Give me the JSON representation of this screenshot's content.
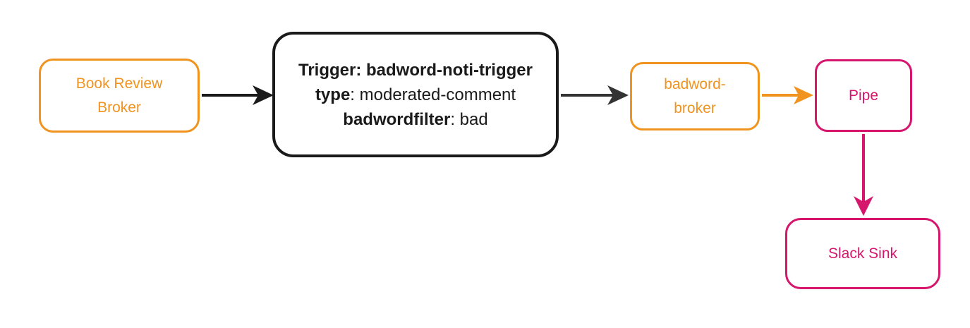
{
  "diagram": {
    "type": "flowchart",
    "nodes": {
      "book_review_broker": {
        "line1": "Book Review",
        "line2": "Broker",
        "color": "#F0931F"
      },
      "trigger": {
        "line1": "Trigger: badword-noti-trigger",
        "line2_bold": "type",
        "line2_rest": ": moderated-comment",
        "line3_bold": "badwordfilter",
        "line3_rest": ": bad",
        "color": "#1A1A1A"
      },
      "badword_broker": {
        "line1": "badword-",
        "line2": "broker",
        "color": "#F0931F"
      },
      "pipe": {
        "label": "Pipe",
        "color": "#D6156C"
      },
      "slack_sink": {
        "label": "Slack Sink",
        "color": "#D6156C"
      }
    },
    "edges": [
      {
        "from": "book_review_broker",
        "to": "trigger",
        "direction": "right",
        "color": "#1A1A1A"
      },
      {
        "from": "trigger",
        "to": "badword_broker",
        "direction": "right",
        "color": "#333333"
      },
      {
        "from": "badword_broker",
        "to": "pipe",
        "direction": "right",
        "color": "#F0931F"
      },
      {
        "from": "pipe",
        "to": "slack_sink",
        "direction": "down",
        "color": "#D6156C"
      }
    ],
    "colors": {
      "orange": "#F0931F",
      "pink": "#D6156C",
      "black": "#1A1A1A",
      "dark_gray": "#333333",
      "background": "#FFFFFF"
    }
  }
}
